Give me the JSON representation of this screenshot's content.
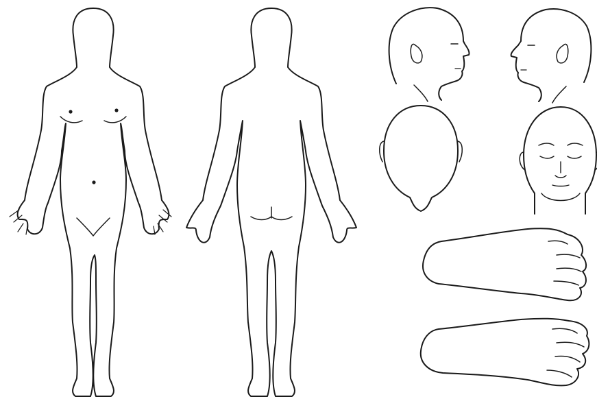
{
  "figure": {
    "background": "#ffffff",
    "line_color": "#1a1a1a",
    "views": [
      "body-front",
      "body-back",
      "head-right-profile",
      "head-left-profile",
      "head-top",
      "face-front",
      "foot-sole-top",
      "foot-sole-bottom"
    ]
  }
}
